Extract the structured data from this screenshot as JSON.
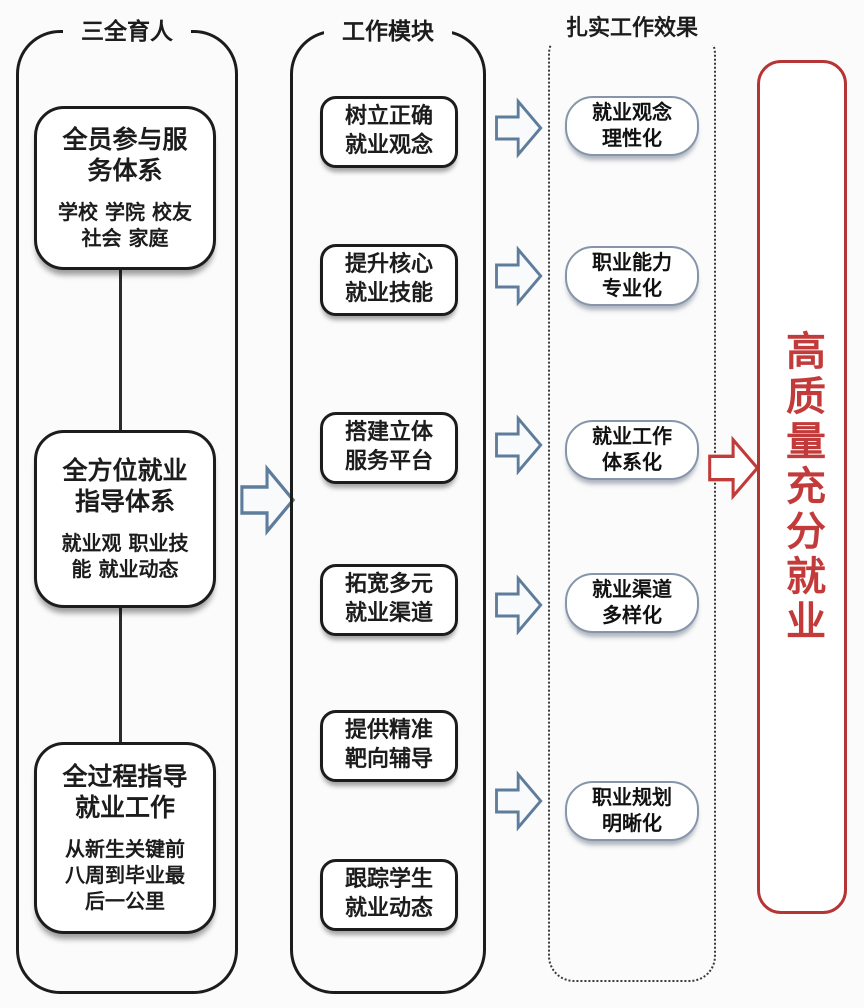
{
  "page": {
    "background": "#fbfbfb"
  },
  "colors": {
    "ink": "#1c1c1c",
    "blue_arrow": "#5e7c9b",
    "pill_border": "#8795aa",
    "red_border": "#b53434",
    "red_text": "#c23a3a"
  },
  "pillars": {
    "header": "三全育人",
    "items": [
      {
        "title": "全员参与服\n务体系",
        "subtitle": "学校 学院 校友\n社会 家庭"
      },
      {
        "title": "全方位就业\n指导体系",
        "subtitle": "就业观 职业技\n能 就业动态"
      },
      {
        "title": "全过程指导\n就业工作",
        "subtitle": "从新生关键前\n八周到毕业最\n后一公里"
      }
    ]
  },
  "modules": {
    "header": "工作模块",
    "items": [
      {
        "label": "树立正确\n就业观念"
      },
      {
        "label": "提升核心\n就业技能"
      },
      {
        "label": "搭建立体\n服务平台"
      },
      {
        "label": "拓宽多元\n就业渠道"
      },
      {
        "label": "提供精准\n靶向辅导"
      },
      {
        "label": "跟踪学生\n就业动态"
      }
    ]
  },
  "effects": {
    "header": "扎实工作效果",
    "items": [
      {
        "label": "就业观念\n理性化"
      },
      {
        "label": "职业能力\n专业化"
      },
      {
        "label": "就业工作\n体系化"
      },
      {
        "label": "就业渠道\n多样化"
      },
      {
        "label": "职业规划\n明晰化"
      }
    ]
  },
  "goal": {
    "label": "高质量充分就业"
  }
}
